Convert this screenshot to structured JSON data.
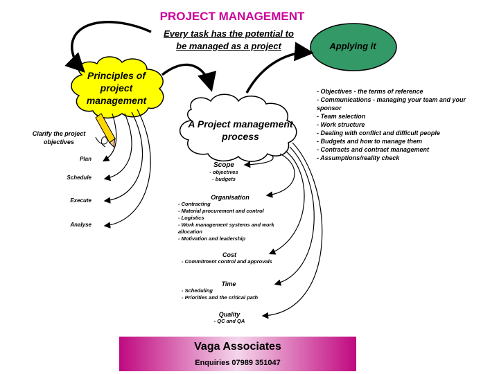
{
  "header": {
    "title": "PROJECT MANAGEMENT",
    "subtitle_line1": "Every task has the potential to",
    "subtitle_line2": "be managed as a project"
  },
  "nodes": {
    "principles_line1": "Principles of",
    "principles_line2": "project",
    "principles_line3": "management",
    "process_line1": "A Project management",
    "process_line2": "process",
    "applying": "Applying it"
  },
  "principles_branch": {
    "clarify_line1": "Clarify the project",
    "clarify_line2": "objectives",
    "steps": [
      "Plan",
      "Schedule",
      "Execute",
      "Analyse"
    ]
  },
  "applying_list": [
    "- Objectives - the terms of reference",
    "- Communications - managing your team and your sponsor",
    "- Team selection",
    "- Work structure",
    "- Dealing with conflict and difficult people",
    "- Budgets and how to manage them",
    "- Contracts and contract management",
    "- Assumptions/reality check"
  ],
  "process_sections": {
    "scope": {
      "title": "Scope",
      "items": [
        "- objectives",
        "- budgets"
      ]
    },
    "organisation": {
      "title": "Organisation",
      "items": [
        "- Contracting",
        "- Material procurement and control",
        "- Logistics",
        "- Work management systems and work allocation",
        "- Motivation and leadership"
      ]
    },
    "cost": {
      "title": "Cost",
      "items": [
        "- Commitment control and approvals"
      ]
    },
    "time": {
      "title": "Time",
      "items": [
        "- Scheduling",
        "- Priorities and the critical path"
      ]
    },
    "quality": {
      "title": "Quality",
      "items": [
        "- QC and QA"
      ]
    }
  },
  "footer": {
    "name": "Vaga Associates",
    "enquiries": "Enquiries 07989 351047"
  },
  "colors": {
    "title": "#cc0099",
    "principles_cloud": "#ffff00",
    "applying_oval": "#339966",
    "footer_edge": "#c0097f"
  }
}
